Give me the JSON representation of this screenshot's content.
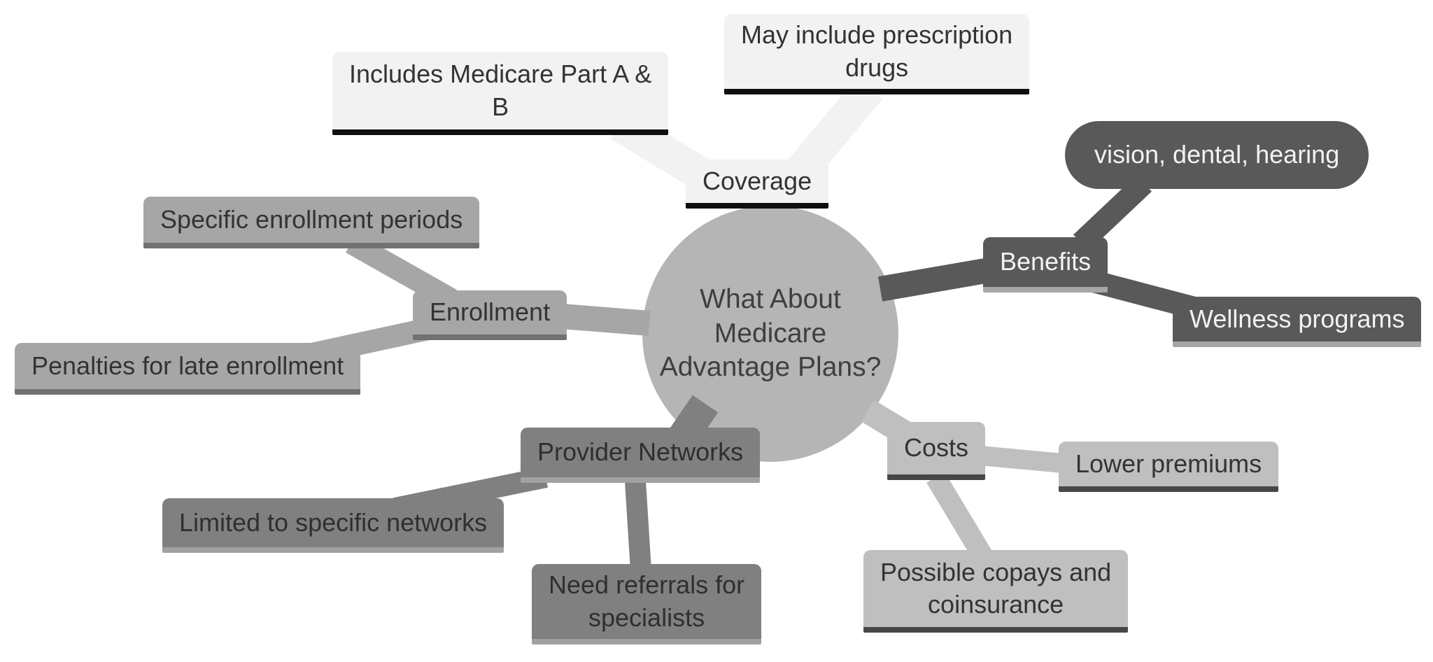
{
  "diagram": {
    "type": "mindmap",
    "background": "#ffffff",
    "root": {
      "label": "What About Medicare\nAdvantage Plans?",
      "color": "#b5b5b5",
      "text_color": "#3f3f3f"
    },
    "branches": [
      {
        "id": "coverage",
        "label": "Coverage",
        "color": "#f2f2f2",
        "border_color": "#0f0f0f",
        "text_color": "#333333",
        "children": [
          {
            "label": "Includes Medicare Part A &\nB"
          },
          {
            "label": "May include prescription\ndrugs"
          }
        ]
      },
      {
        "id": "benefits",
        "label": "Benefits",
        "color": "#595959",
        "border_color": "#a6a6a6",
        "text_color": "#f2f2f2",
        "children": [
          {
            "label": "vision, dental, hearing",
            "shape": "pill"
          },
          {
            "label": "Wellness programs"
          }
        ]
      },
      {
        "id": "costs",
        "label": "Costs",
        "color": "#bfbfbf",
        "border_color": "#474747",
        "text_color": "#333333",
        "children": [
          {
            "label": "Lower premiums"
          },
          {
            "label": "Possible copays and\ncoinsurance"
          }
        ]
      },
      {
        "id": "provider",
        "label": "Provider Networks",
        "color": "#808080",
        "border_color": "#a1a1a1",
        "text_color": "#2f2f2f",
        "children": [
          {
            "label": "Limited to specific networks"
          },
          {
            "label": "Need referrals for\nspecialists"
          }
        ]
      },
      {
        "id": "enrollment",
        "label": "Enrollment",
        "color": "#a6a6a6",
        "border_color": "#717171",
        "text_color": "#333333",
        "children": [
          {
            "label": "Specific enrollment periods"
          },
          {
            "label": "Penalties for late enrollment"
          }
        ]
      }
    ]
  }
}
